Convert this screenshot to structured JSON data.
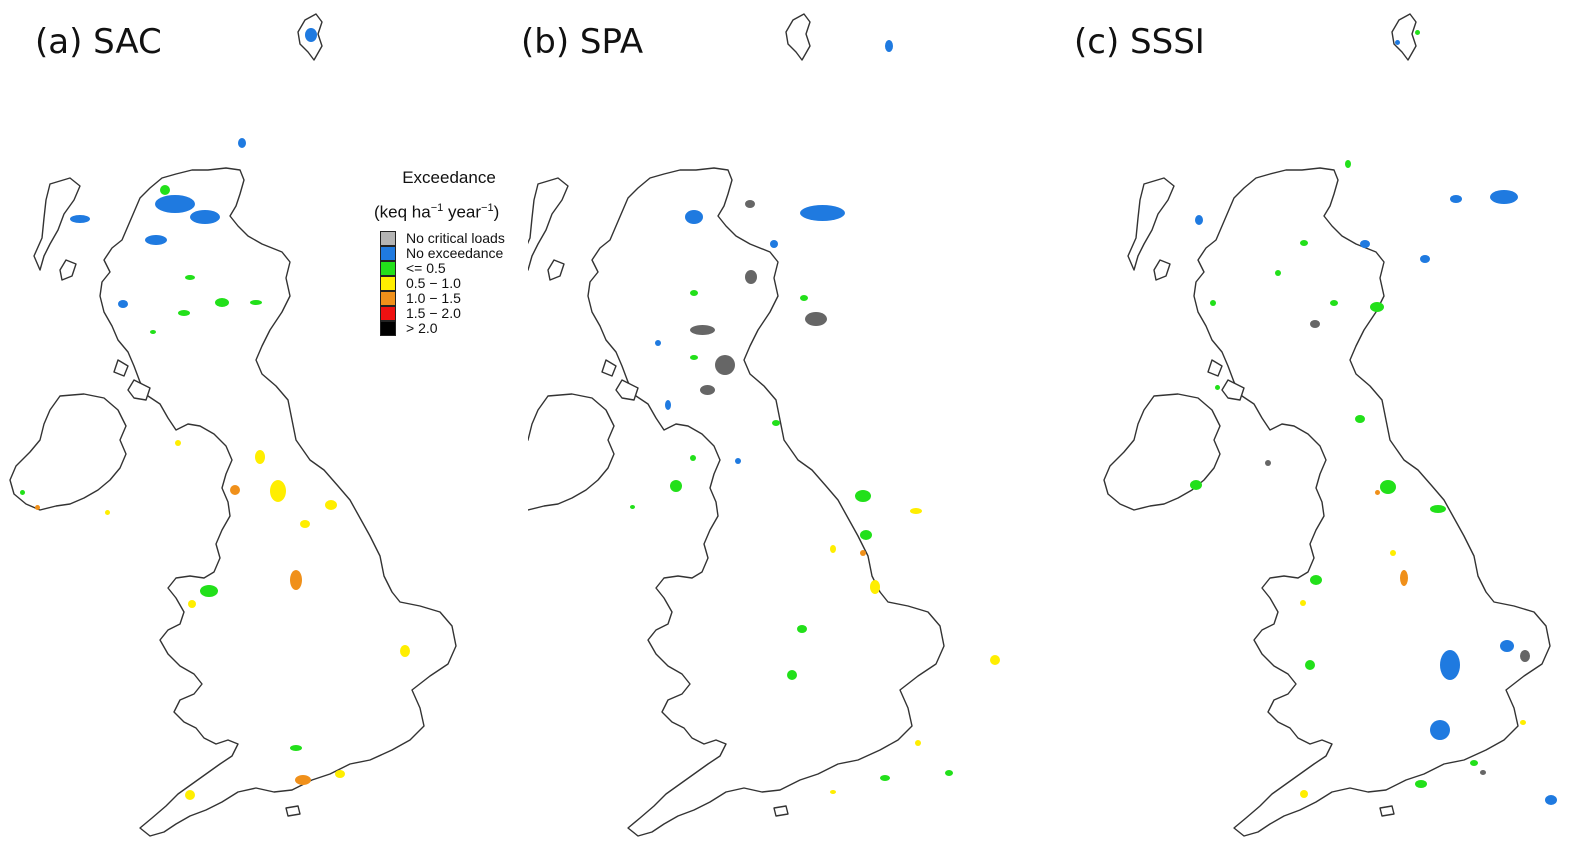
{
  "panels": [
    {
      "title": "(a) SAC",
      "fills": [
        [
          "#1f7ae0",
          155,
          195,
          40,
          18
        ],
        [
          "#1f7ae0",
          190,
          210,
          30,
          14
        ],
        [
          "#1f7ae0",
          145,
          235,
          22,
          10
        ],
        [
          "#1f7ae0",
          70,
          215,
          20,
          8
        ],
        [
          "#1f7ae0",
          305,
          28,
          12,
          14
        ],
        [
          "#1f7ae0",
          238,
          138,
          8,
          10
        ],
        [
          "#1f7ae0",
          118,
          300,
          10,
          8
        ],
        [
          "#22e01a",
          160,
          185,
          10,
          10
        ],
        [
          "#22e01a",
          215,
          298,
          14,
          9
        ],
        [
          "#22e01a",
          178,
          310,
          12,
          6
        ],
        [
          "#22e01a",
          250,
          300,
          12,
          5
        ],
        [
          "#22e01a",
          185,
          275,
          10,
          5
        ],
        [
          "#22e01a",
          200,
          585,
          18,
          12
        ],
        [
          "#22e01a",
          290,
          745,
          12,
          6
        ],
        [
          "#22e01a",
          150,
          330,
          6,
          4
        ],
        [
          "#22e01a",
          20,
          490,
          5,
          5
        ],
        [
          "#ffee00",
          270,
          480,
          16,
          22
        ],
        [
          "#ffee00",
          255,
          450,
          10,
          14
        ],
        [
          "#ffee00",
          325,
          500,
          12,
          10
        ],
        [
          "#ffee00",
          300,
          520,
          10,
          8
        ],
        [
          "#ffee00",
          188,
          600,
          8,
          8
        ],
        [
          "#ffee00",
          185,
          790,
          10,
          10
        ],
        [
          "#ffee00",
          175,
          440,
          6,
          6
        ],
        [
          "#ffee00",
          400,
          645,
          10,
          12
        ],
        [
          "#ffee00",
          335,
          770,
          10,
          8
        ],
        [
          "#ffee00",
          105,
          510,
          5,
          5
        ],
        [
          "#f0901a",
          290,
          570,
          12,
          20
        ],
        [
          "#f0901a",
          230,
          485,
          10,
          10
        ],
        [
          "#f0901a",
          295,
          775,
          16,
          10
        ],
        [
          "#f0901a",
          35,
          505,
          5,
          5
        ]
      ]
    },
    {
      "title": "(b) SPA",
      "fills": [
        [
          "#1f7ae0",
          800,
          205,
          45,
          16
        ],
        [
          "#1f7ae0",
          685,
          210,
          18,
          14
        ],
        [
          "#1f7ae0",
          770,
          240,
          8,
          8
        ],
        [
          "#1f7ae0",
          655,
          340,
          6,
          6
        ],
        [
          "#1f7ae0",
          735,
          458,
          6,
          6
        ],
        [
          "#1f7ae0",
          885,
          40,
          8,
          12
        ],
        [
          "#1f7ae0",
          665,
          400,
          6,
          10
        ],
        [
          "#666666",
          745,
          200,
          10,
          8
        ],
        [
          "#666666",
          745,
          270,
          12,
          14
        ],
        [
          "#666666",
          805,
          312,
          22,
          14
        ],
        [
          "#666666",
          690,
          325,
          25,
          10
        ],
        [
          "#666666",
          715,
          355,
          20,
          20
        ],
        [
          "#666666",
          700,
          385,
          15,
          10
        ],
        [
          "#22e01a",
          690,
          290,
          8,
          6
        ],
        [
          "#22e01a",
          690,
          355,
          8,
          5
        ],
        [
          "#22e01a",
          670,
          480,
          12,
          12
        ],
        [
          "#22e01a",
          690,
          455,
          6,
          6
        ],
        [
          "#22e01a",
          855,
          490,
          16,
          12
        ],
        [
          "#22e01a",
          860,
          530,
          12,
          10
        ],
        [
          "#22e01a",
          772,
          420,
          8,
          6
        ],
        [
          "#22e01a",
          800,
          295,
          8,
          6
        ],
        [
          "#22e01a",
          797,
          625,
          10,
          8
        ],
        [
          "#22e01a",
          787,
          670,
          10,
          10
        ],
        [
          "#22e01a",
          880,
          775,
          10,
          6
        ],
        [
          "#22e01a",
          945,
          770,
          8,
          6
        ],
        [
          "#22e01a",
          630,
          505,
          5,
          4
        ],
        [
          "#ffee00",
          910,
          508,
          12,
          6
        ],
        [
          "#ffee00",
          870,
          580,
          10,
          14
        ],
        [
          "#ffee00",
          830,
          545,
          6,
          8
        ],
        [
          "#ffee00",
          990,
          655,
          10,
          10
        ],
        [
          "#ffee00",
          915,
          740,
          6,
          6
        ],
        [
          "#ffee00",
          830,
          790,
          6,
          4
        ],
        [
          "#f0901a",
          860,
          550,
          6,
          6
        ]
      ]
    },
    {
      "title": "(c) SSSI",
      "fills": [
        [
          "#1f7ae0",
          1490,
          190,
          28,
          14
        ],
        [
          "#1f7ae0",
          1450,
          195,
          12,
          8
        ],
        [
          "#1f7ae0",
          1420,
          255,
          10,
          8
        ],
        [
          "#1f7ae0",
          1195,
          215,
          8,
          10
        ],
        [
          "#1f7ae0",
          1360,
          240,
          10,
          8
        ],
        [
          "#1f7ae0",
          1545,
          795,
          12,
          10
        ],
        [
          "#1f7ae0",
          1440,
          650,
          20,
          30
        ],
        [
          "#1f7ae0",
          1500,
          640,
          14,
          12
        ],
        [
          "#1f7ae0",
          1430,
          720,
          20,
          20
        ],
        [
          "#1f7ae0",
          1395,
          40,
          5,
          5
        ],
        [
          "#22e01a",
          1345,
          160,
          6,
          8
        ],
        [
          "#22e01a",
          1370,
          302,
          14,
          10
        ],
        [
          "#22e01a",
          1330,
          300,
          8,
          6
        ],
        [
          "#22e01a",
          1300,
          240,
          8,
          6
        ],
        [
          "#22e01a",
          1275,
          270,
          6,
          6
        ],
        [
          "#22e01a",
          1415,
          30,
          5,
          5
        ],
        [
          "#22e01a",
          1380,
          480,
          16,
          14
        ],
        [
          "#22e01a",
          1355,
          415,
          10,
          8
        ],
        [
          "#22e01a",
          1430,
          505,
          16,
          8
        ],
        [
          "#22e01a",
          1310,
          575,
          12,
          10
        ],
        [
          "#22e01a",
          1305,
          660,
          10,
          10
        ],
        [
          "#22e01a",
          1415,
          780,
          12,
          8
        ],
        [
          "#22e01a",
          1190,
          480,
          12,
          10
        ],
        [
          "#22e01a",
          1215,
          385,
          5,
          5
        ],
        [
          "#22e01a",
          1210,
          300,
          6,
          6
        ],
        [
          "#22e01a",
          1470,
          760,
          8,
          6
        ],
        [
          "#ffee00",
          1390,
          550,
          6,
          6
        ],
        [
          "#ffee00",
          1300,
          790,
          8,
          8
        ],
        [
          "#ffee00",
          1300,
          600,
          6,
          6
        ],
        [
          "#ffee00",
          1520,
          720,
          6,
          5
        ],
        [
          "#f0901a",
          1400,
          570,
          8,
          16
        ],
        [
          "#f0901a",
          1375,
          490,
          5,
          5
        ],
        [
          "#666666",
          1520,
          650,
          10,
          12
        ],
        [
          "#666666",
          1310,
          320,
          10,
          8
        ],
        [
          "#666666",
          1265,
          460,
          6,
          6
        ],
        [
          "#666666",
          1480,
          770,
          6,
          5
        ]
      ]
    }
  ],
  "legend": {
    "title": "Exceedance",
    "units_prefix": "(keq ha",
    "units_exp1": "−1",
    "units_mid": " year",
    "units_exp2": "−1",
    "units_suffix": ")",
    "items": [
      {
        "label": "No critical loads",
        "color": "#b4b4b4"
      },
      {
        "label": "No exceedance",
        "color": "#1f7ae0"
      },
      {
        "label": "<= 0.5",
        "color": "#22e01a"
      },
      {
        "label": "0.5 − 1.0",
        "color": "#ffee00"
      },
      {
        "label": "1.0 − 1.5",
        "color": "#f0901a"
      },
      {
        "label": "1.5 − 2.0",
        "color": "#ee1111"
      },
      {
        "label": "> 2.0",
        "color": "#000000"
      }
    ]
  }
}
